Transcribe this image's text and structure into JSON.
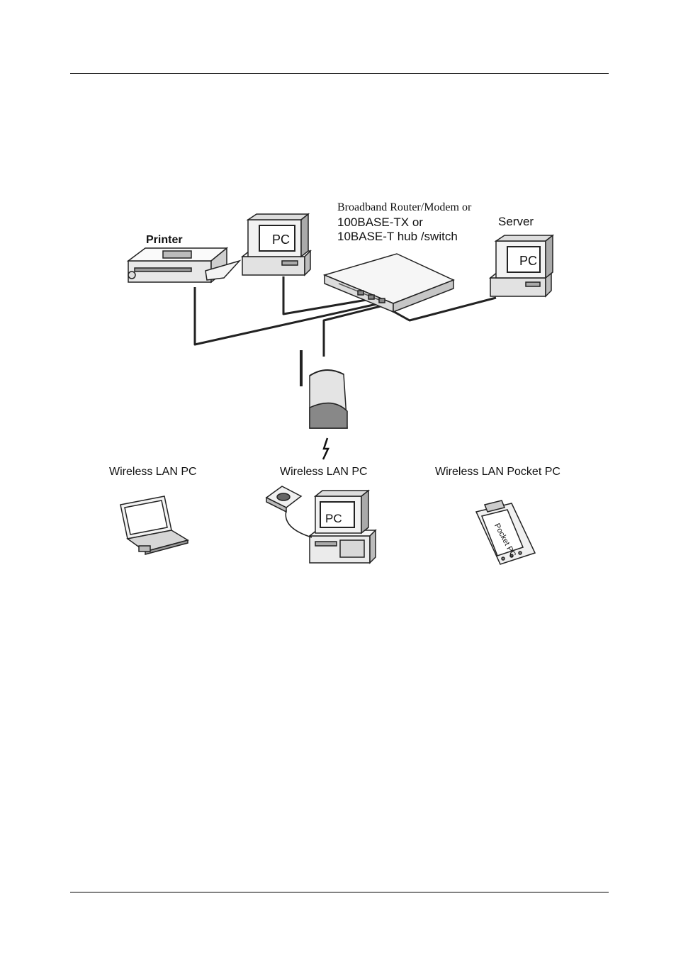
{
  "diagram": {
    "labels": {
      "printer": "Printer",
      "pc_top": "PC",
      "router_line1": "Broadband Router/Modem or",
      "router_line2": "100BASE-TX or",
      "router_line3": "10BASE-T hub /switch",
      "server": "Server",
      "server_pc": "PC",
      "wireless_laptop": "Wireless LAN PC",
      "wireless_desktop": "Wireless LAN PC",
      "desktop_pc": "PC",
      "wireless_pocket": "Wireless LAN Pocket PC",
      "pocket_screen": "Pocket PC"
    }
  }
}
